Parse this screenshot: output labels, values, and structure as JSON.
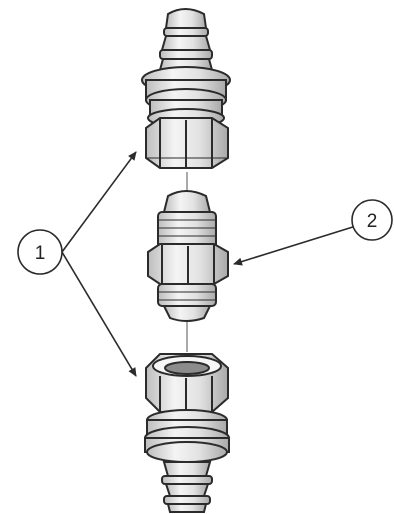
{
  "callouts": [
    {
      "number": "1"
    },
    {
      "number": "2"
    }
  ],
  "colors": {
    "line": "#2b2b2b",
    "metal_light": "#f2f2f2",
    "metal_mid": "#d9d9d9",
    "metal_dark": "#a8a8a8",
    "background": "#ffffff"
  },
  "icons": [
    "hose-fitting-top",
    "union-adapter",
    "hose-fitting-bottom",
    "leader-arrow"
  ]
}
